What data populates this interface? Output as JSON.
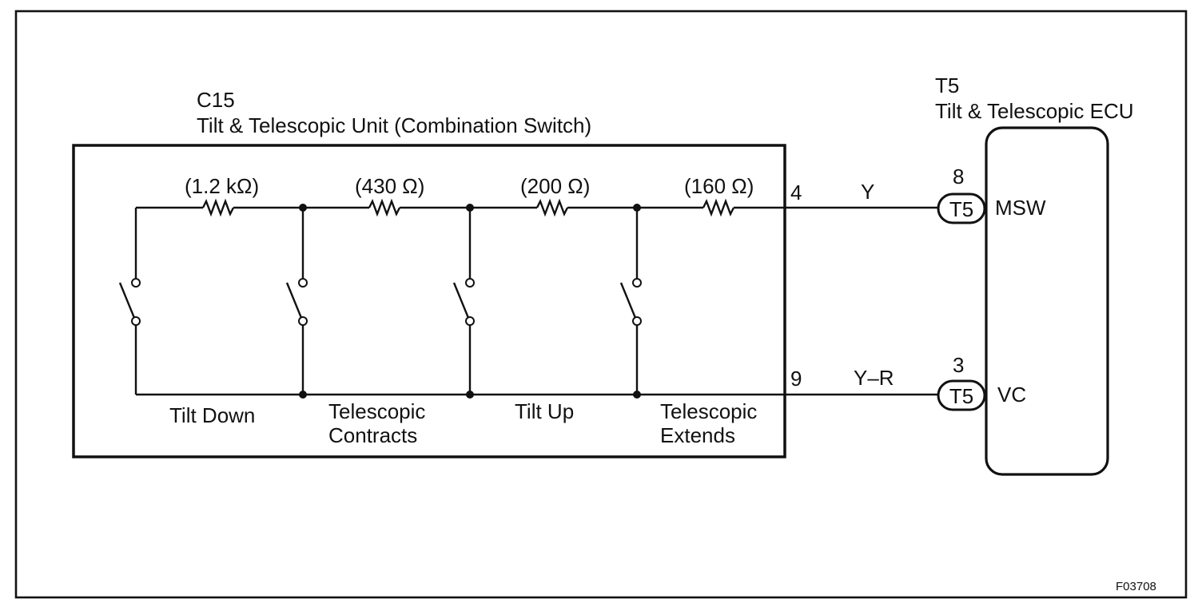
{
  "unit": {
    "code": "C15",
    "name": "Tilt & Telescopic Unit (Combination Switch)"
  },
  "ecu": {
    "code": "T5",
    "name": "Tilt & Telescopic ECU",
    "pins": [
      {
        "number": "8",
        "connector": "T5",
        "terminal": "MSW"
      },
      {
        "number": "3",
        "connector": "T5",
        "terminal": "VC"
      }
    ]
  },
  "resistors": [
    {
      "value": "(1.2 kΩ)"
    },
    {
      "value": "(430 Ω)"
    },
    {
      "value": "(200 Ω)"
    },
    {
      "value": "(160 Ω)"
    }
  ],
  "switches": [
    {
      "label_lines": [
        "Tilt Down"
      ]
    },
    {
      "label_lines": [
        "Telescopic",
        "Contracts"
      ]
    },
    {
      "label_lines": [
        "Tilt Up"
      ]
    },
    {
      "label_lines": [
        "Telescopic",
        "Extends"
      ]
    }
  ],
  "wires": {
    "top": {
      "pin": "4",
      "color": "Y"
    },
    "bottom": {
      "pin": "9",
      "color": "Y–R"
    }
  },
  "figure_id": "F03708"
}
